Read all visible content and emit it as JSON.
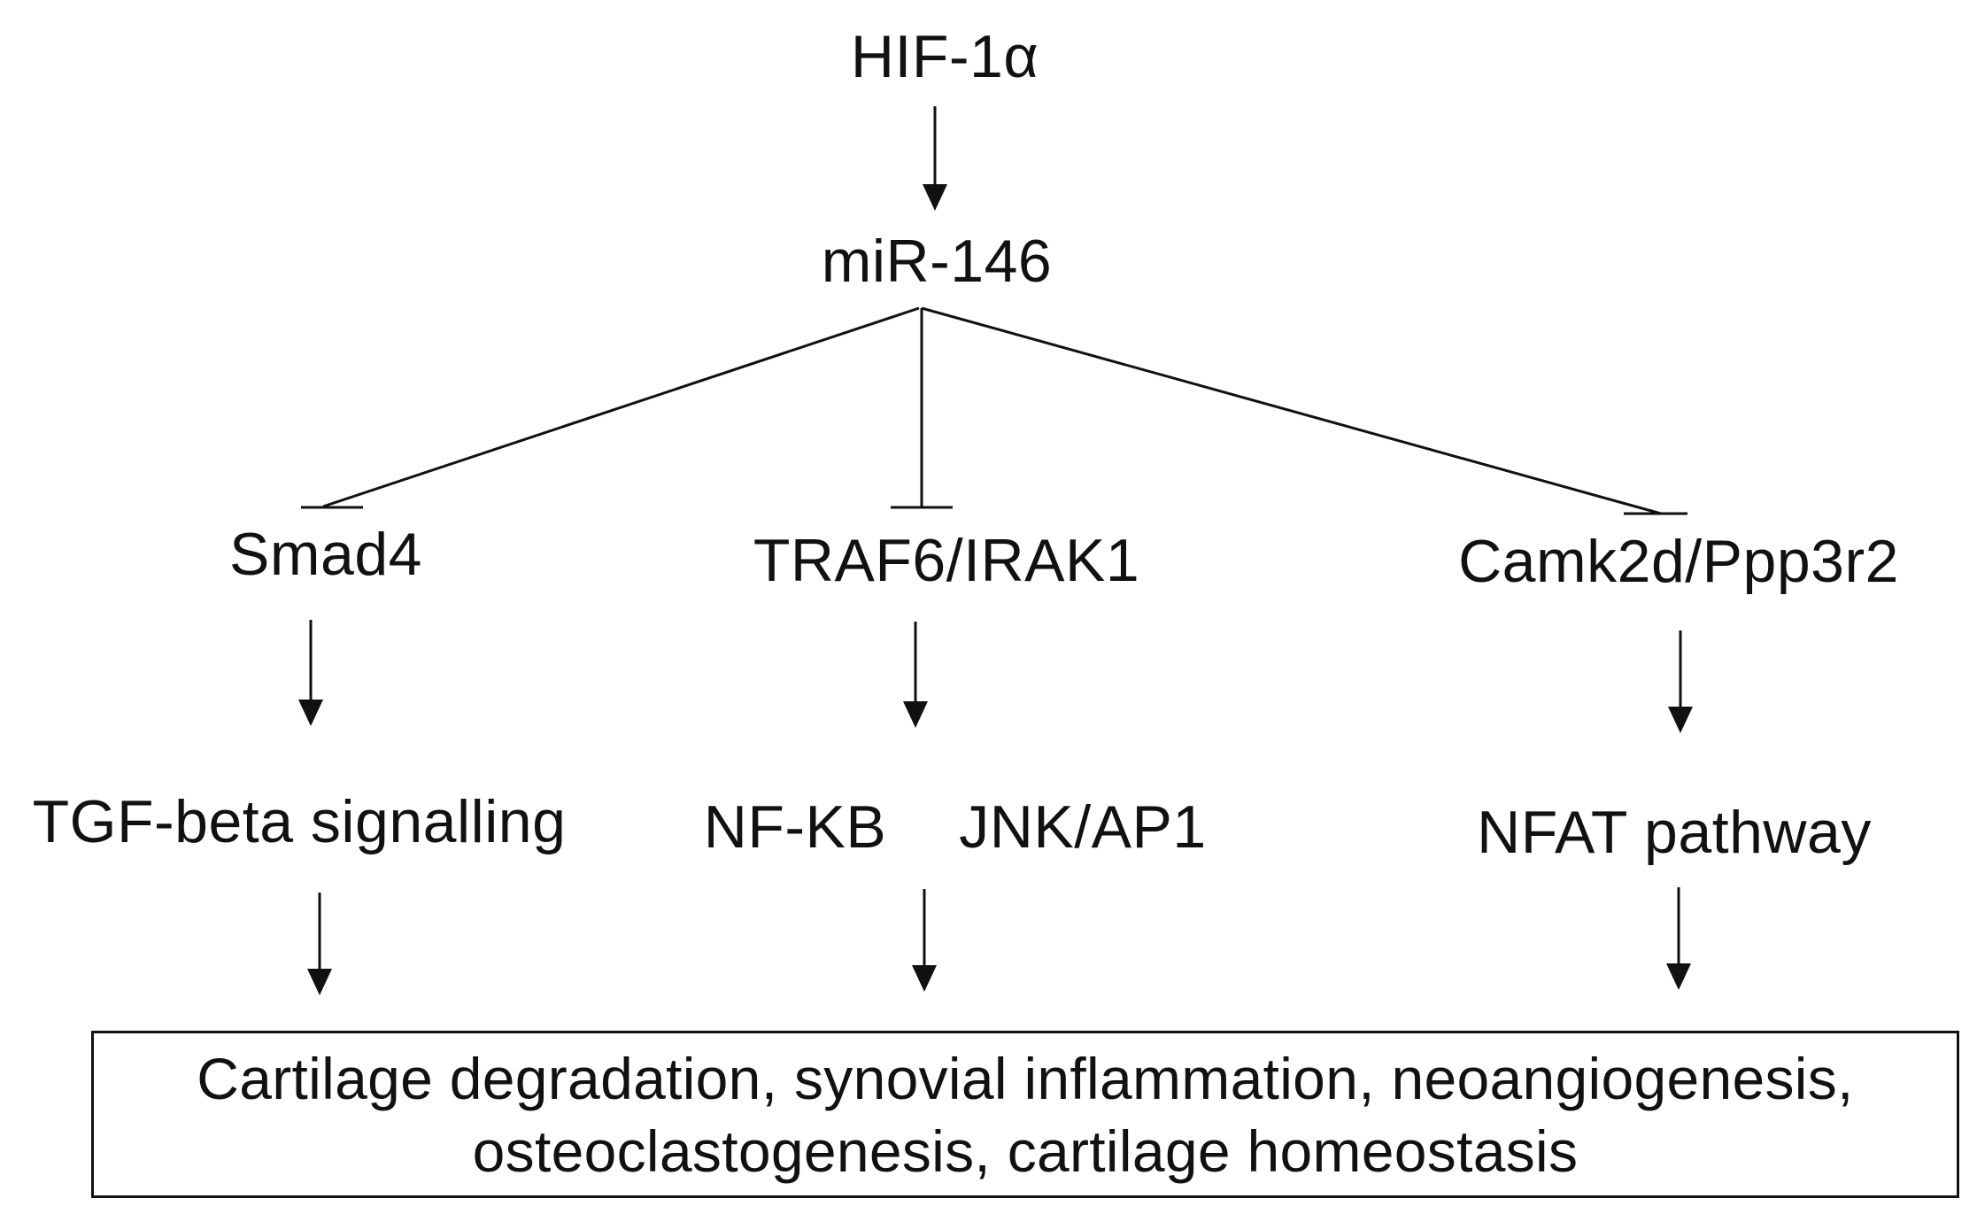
{
  "nodes": {
    "hif1a": "HIF-1α",
    "mir146": "miR-146",
    "smad4": "Smad4",
    "traf6_irak1": "TRAF6/IRAK1",
    "camk2d_ppp3r2": "Camk2d/Ppp3r2",
    "tgf_beta": "TGF-beta signalling",
    "nf_kb": "NF-KB",
    "jnk_ap1": "JNK/AP1",
    "nfat": "NFAT pathway"
  },
  "outcome": {
    "line1": "Cartilage degradation, synovial inflammation, neoangiogenesis,",
    "line2": "osteoclastogenesis, cartilage homeostasis"
  },
  "colors": {
    "ink": "#111111",
    "background": "#ffffff"
  }
}
